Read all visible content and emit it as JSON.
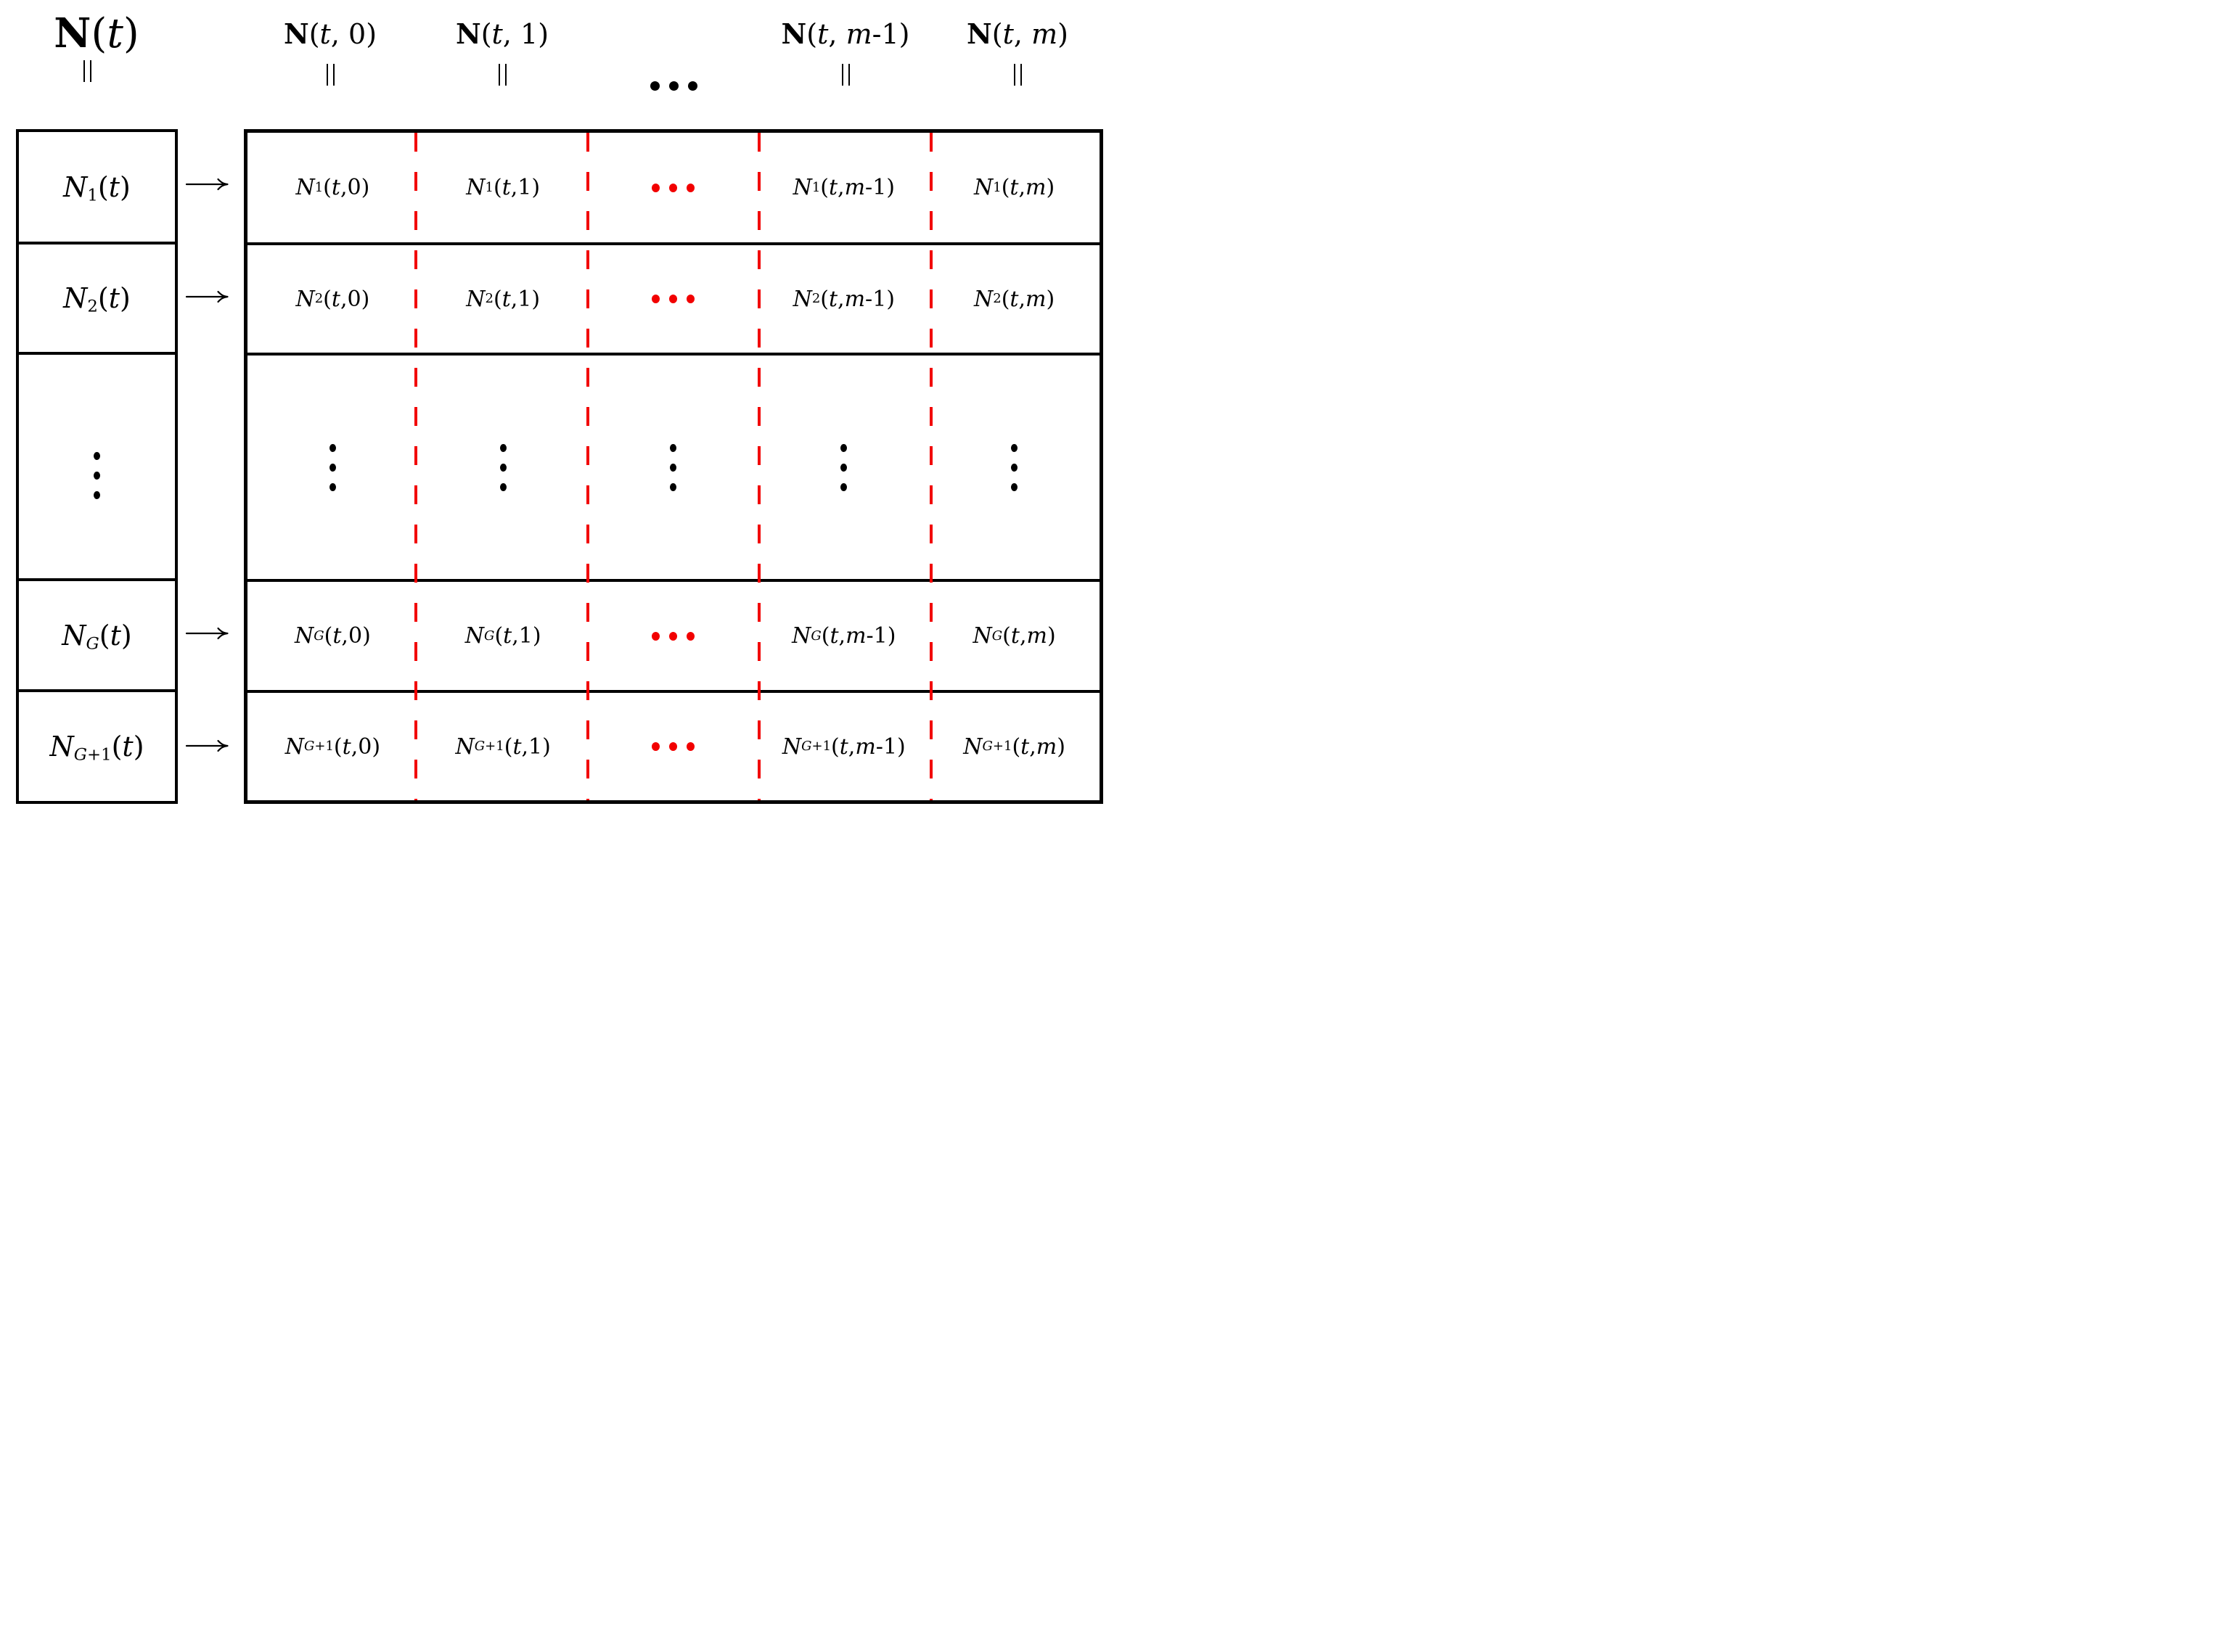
{
  "colors": {
    "accent": "#f20000",
    "ink": "#000000",
    "background": "#ffffff"
  },
  "legend": {
    "vector_label": "**N**(t)",
    "equals_symbol": "‖",
    "maps_to_symbol": "⟶"
  },
  "columns": [
    "**N**(t, 0)",
    "**N**(t, 1)",
    "•••",
    "**N**(t, m-1)",
    "**N**(t, m)"
  ],
  "rows": [
    {
      "label": "N_{1}(t)",
      "arrow": "⟶",
      "cells": [
        "N_{1}(t,0)",
        "N_{1}(t,1)",
        "•••",
        "N_{1}(t,m-1)",
        "N_{1}(t,m)"
      ]
    },
    {
      "label": "N_{2}(t)",
      "arrow": "⟶",
      "cells": [
        "N_{2}(t,0)",
        "N_{2}(t,1)",
        "•••",
        "N_{2}(t,m-1)",
        "N_{2}(t,m)"
      ]
    },
    {
      "label": "⋮",
      "arrow": "",
      "cells": [
        "⋮",
        "⋮",
        "⋮",
        "⋮",
        "⋮"
      ]
    },
    {
      "label": "N_{G}(t)",
      "arrow": "⟶",
      "cells": [
        "N_{G}(t,0)",
        "N_{G}(t,1)",
        "•••",
        "N_{G}(t,m-1)",
        "N_{G}(t,m)"
      ]
    },
    {
      "label": "N_{G+1}(t)",
      "arrow": "⟶",
      "cells": [
        "N_{G+1}(t,0)",
        "N_{G+1}(t,1)",
        "•••",
        "N_{G+1}(t,m-1)",
        "N_{G+1}(t,m)"
      ]
    }
  ]
}
